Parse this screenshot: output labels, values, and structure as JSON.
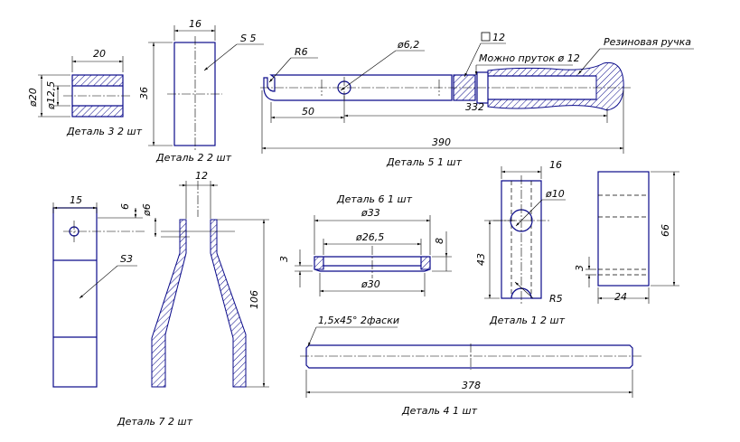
{
  "details": {
    "d3": {
      "label": "Деталь 3 2 шт",
      "dim_len": "20",
      "dim_od": "ø20",
      "dim_id": "ø12,5"
    },
    "d2": {
      "label": "Деталь 2 2 шт",
      "dim_w": "16",
      "dim_h": "36",
      "note": "S 5"
    },
    "d5": {
      "label": "Деталь 5 1 шт",
      "r": "R6",
      "hole": "ø6,2",
      "sq": "12",
      "note_rod": "Можно пруток ø 12",
      "note_grip": "Резиновая ручка",
      "d50": "50",
      "d332": "332",
      "d390": "390"
    },
    "d7": {
      "label": "Деталь 7 2 шт",
      "d15": "15",
      "d6": "6",
      "hole": "ø6",
      "s3": "S3",
      "d12": "12",
      "d106": "106"
    },
    "d6": {
      "label": "Деталь 6 1 шт",
      "d33": "ø33",
      "d265": "ø26,5",
      "d30": "ø30",
      "d8": "8",
      "d3": "3"
    },
    "d1": {
      "label": "Деталь 1 2 шт",
      "d16": "16",
      "d10": "ø10",
      "d43": "43",
      "r5": "R5",
      "d66": "66",
      "d3": "3",
      "d24": "24"
    },
    "d4": {
      "label": "Деталь 4 1 шт",
      "chamfer": "1,5x45° 2фаски",
      "d378": "378"
    }
  }
}
